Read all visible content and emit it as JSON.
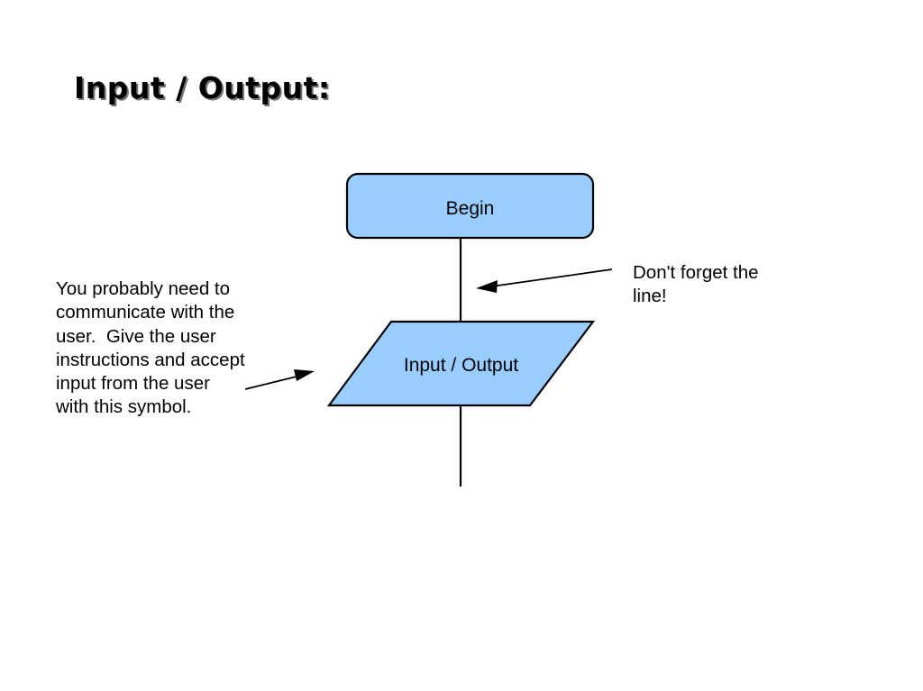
{
  "slide": {
    "title": "Input / Output:",
    "background_color": "#ffffff"
  },
  "theme": {
    "shape_fill": "#99ccff",
    "shape_stroke": "#000000",
    "text_color": "#000000",
    "connector_color": "#000000"
  },
  "flowchart": {
    "nodes": [
      {
        "id": "begin",
        "shape": "rounded-rectangle",
        "label": "Begin",
        "fill": "#99ccff",
        "stroke": "#000000"
      },
      {
        "id": "input-output",
        "shape": "parallelogram",
        "label": "Input / Output",
        "fill": "#99ccff",
        "stroke": "#000000"
      }
    ],
    "connectors": [
      {
        "id": "begin-to-io",
        "from": "begin",
        "to": "input-output",
        "style": "straight-line",
        "arrowhead": "none"
      },
      {
        "id": "io-downward",
        "from": "input-output",
        "to": "",
        "style": "straight-line",
        "arrowhead": "none"
      }
    ]
  },
  "annotations": [
    {
      "id": "left-note",
      "text": "You probably need to\ncommunicate with the\nuser.  Give the user\ninstructions and accept\ninput from the user\nwith this symbol.",
      "pointer": "arrow-to-parallelogram",
      "arrow_direction": "right-up"
    },
    {
      "id": "right-note",
      "text": "Don't forget the\nline!",
      "pointer": "arrow-to-connector-line",
      "arrow_direction": "left-down"
    }
  ]
}
